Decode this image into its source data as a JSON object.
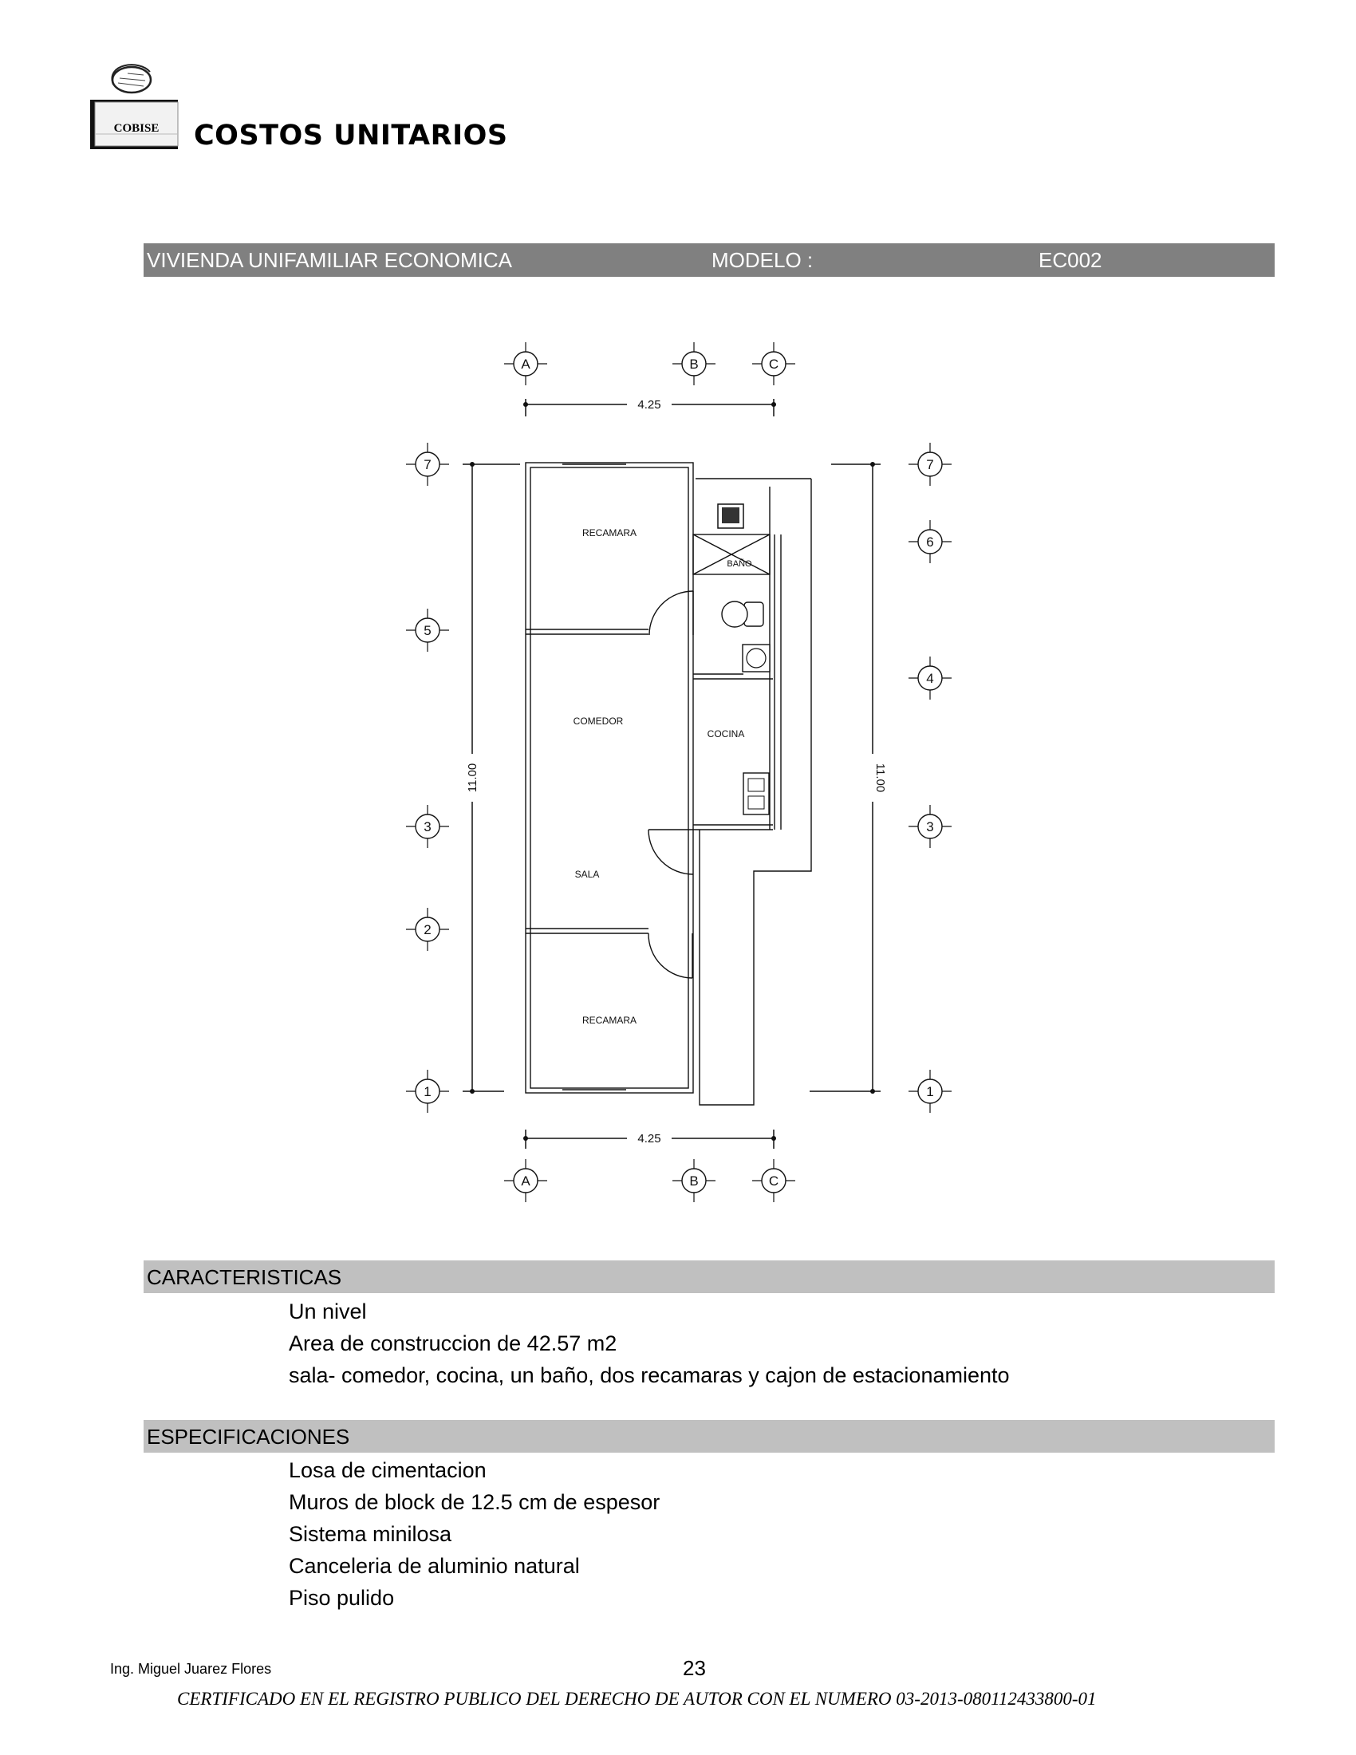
{
  "header": {
    "logo_text": "COBISE",
    "title": "COSTOS UNITARIOS"
  },
  "model_bar": {
    "description": "VIVIENDA UNIFAMILIAR ECONOMICA",
    "model_label": "MODELO :",
    "model_code": "EC002"
  },
  "floor_plan": {
    "top_axes": [
      "A",
      "B",
      "C"
    ],
    "bottom_axes": [
      "A",
      "B",
      "C"
    ],
    "left_axes": [
      "7",
      "5",
      "3",
      "2",
      "1"
    ],
    "right_axes": [
      "7",
      "6",
      "4",
      "3",
      "1"
    ],
    "top_dimension": "4.25",
    "bottom_dimension": "4.25",
    "left_dimension": "11.00",
    "right_dimension": "11.00",
    "rooms": {
      "bedroom_top": "RECAMARA",
      "bathroom": "BAÑO",
      "dining": "COMEDOR",
      "kitchen": "COCINA",
      "living": "SALA",
      "bedroom_bottom": "RECAMARA"
    }
  },
  "caracteristicas": {
    "title": "CARACTERISTICAS",
    "items": [
      "Un nivel",
      "Area de construccion de 42.57 m2",
      "sala- comedor, cocina, un baño, dos recamaras y cajon de estacionamiento"
    ]
  },
  "especificaciones": {
    "title": "ESPECIFICACIONES",
    "items": [
      "Losa de cimentacion",
      "Muros de block de 12.5 cm de espesor",
      "Sistema minilosa",
      "Canceleria de aluminio natural",
      "Piso pulido"
    ]
  },
  "footer": {
    "author": "Ing. Miguel Juarez Flores",
    "page_number": "23",
    "certification": "CERTIFICADO EN EL REGISTRO PUBLICO DEL DERECHO DE AUTOR CON EL NUMERO 03-2013-080112433800-01"
  }
}
